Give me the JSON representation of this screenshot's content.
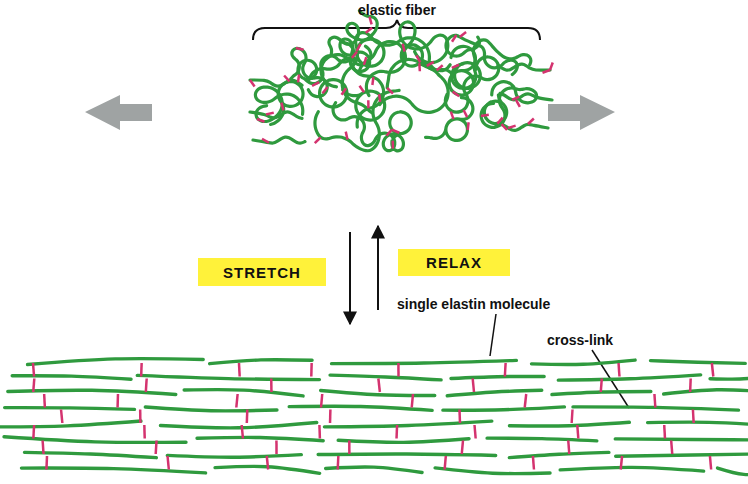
{
  "diagram": {
    "nodes": [
      {
        "text": [
          "STRETCH"
        ]
      },
      {
        "text": [
          "RELAX"
        ]
      }
    ],
    "labels": [
      "elastic fiber",
      "single elastin molecule",
      "cross-link"
    ]
  }
}
